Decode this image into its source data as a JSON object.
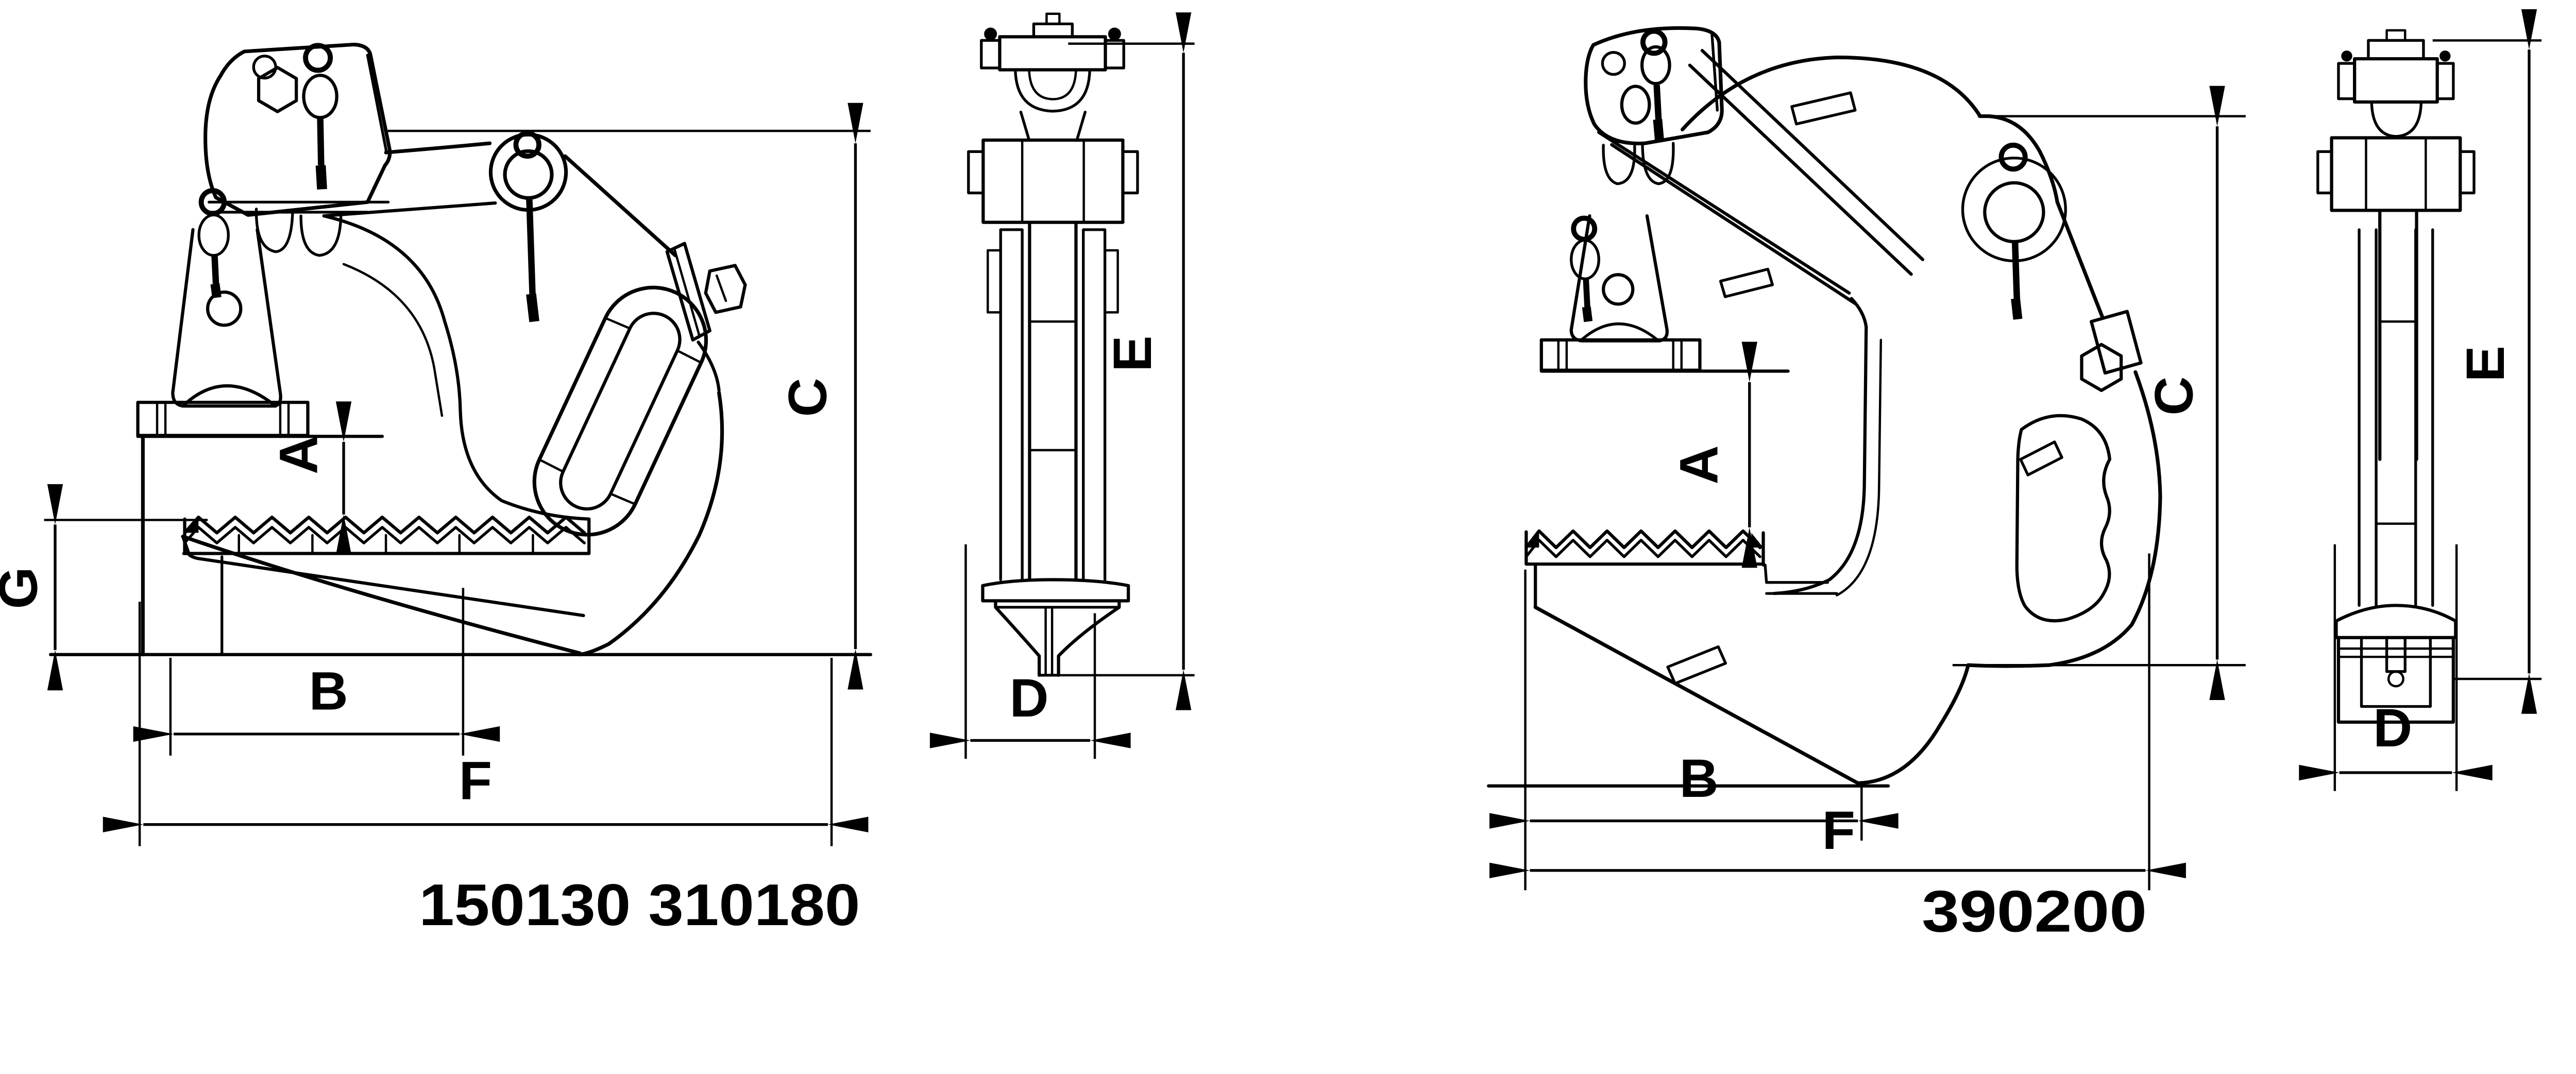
{
  "left": {
    "code_label": "150130  310180",
    "codes": [
      "150130",
      "310180"
    ],
    "dims": {
      "A": "A",
      "B": "B",
      "C": "C",
      "D": "D",
      "E": "E",
      "F": "F",
      "G": "G"
    }
  },
  "right": {
    "code_label": "390200",
    "codes": [
      "390200"
    ],
    "dims": {
      "A": "A",
      "B": "B",
      "C": "C",
      "D": "D",
      "E": "E",
      "F": "F"
    }
  },
  "colors": {
    "ink": "#000000",
    "paper": "#ffffff"
  }
}
